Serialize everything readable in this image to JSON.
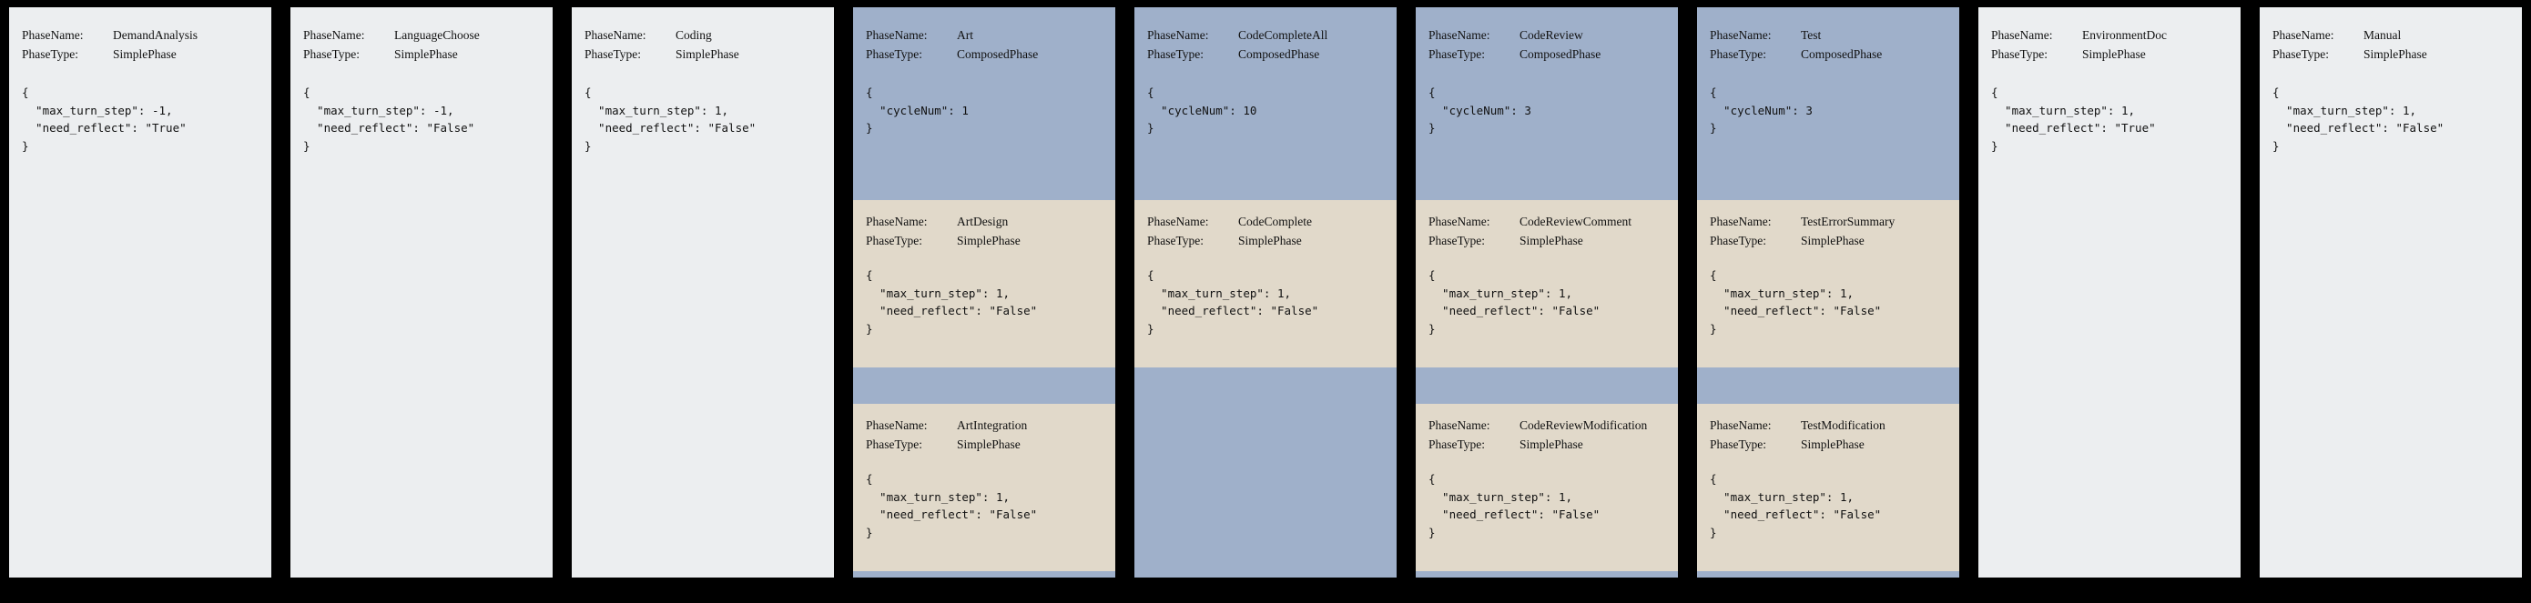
{
  "labels": {
    "phase_name": "PhaseName:",
    "phase_type": "PhaseType:"
  },
  "colors": {
    "background": "#000000",
    "simple_phase_bg": "#eceef0",
    "composed_phase_bg": "#9fb0ca",
    "subphase_bg": "#e1d9ca"
  },
  "columns": [
    {
      "kind": "simple",
      "name": "DemandAnalysis",
      "type": "SimplePhase",
      "config": "{\n  \"max_turn_step\": -1,\n  \"need_reflect\": \"True\"\n}"
    },
    {
      "kind": "simple",
      "name": "LanguageChoose",
      "type": "SimplePhase",
      "config": "{\n  \"max_turn_step\": -1,\n  \"need_reflect\": \"False\"\n}"
    },
    {
      "kind": "simple",
      "name": "Coding",
      "type": "SimplePhase",
      "config": "{\n  \"max_turn_step\": 1,\n  \"need_reflect\": \"False\"\n}"
    },
    {
      "kind": "composed",
      "name": "Art",
      "type": "ComposedPhase",
      "config": "{\n  \"cycleNum\": 1\n}",
      "subphases": [
        {
          "name": "ArtDesign",
          "type": "SimplePhase",
          "config": "{\n  \"max_turn_step\": 1,\n  \"need_reflect\": \"False\"\n}"
        },
        {
          "name": "ArtIntegration",
          "type": "SimplePhase",
          "config": "{\n  \"max_turn_step\": 1,\n  \"need_reflect\": \"False\"\n}"
        }
      ]
    },
    {
      "kind": "composed",
      "name": "CodeCompleteAll",
      "type": "ComposedPhase",
      "config": "{\n  \"cycleNum\": 10\n}",
      "subphases": [
        {
          "name": "CodeComplete",
          "type": "SimplePhase",
          "config": "{\n  \"max_turn_step\": 1,\n  \"need_reflect\": \"False\"\n}"
        }
      ]
    },
    {
      "kind": "composed",
      "name": "CodeReview",
      "type": "ComposedPhase",
      "config": "{\n  \"cycleNum\": 3\n}",
      "subphases": [
        {
          "name": "CodeReviewComment",
          "type": "SimplePhase",
          "config": "{\n  \"max_turn_step\": 1,\n  \"need_reflect\": \"False\"\n}"
        },
        {
          "name": "CodeReviewModification",
          "type": "SimplePhase",
          "config": "{\n  \"max_turn_step\": 1,\n  \"need_reflect\": \"False\"\n}"
        }
      ]
    },
    {
      "kind": "composed",
      "name": "Test",
      "type": "ComposedPhase",
      "config": "{\n  \"cycleNum\": 3\n}",
      "subphases": [
        {
          "name": "TestErrorSummary",
          "type": "SimplePhase",
          "config": "{\n  \"max_turn_step\": 1,\n  \"need_reflect\": \"False\"\n}"
        },
        {
          "name": "TestModification",
          "type": "SimplePhase",
          "config": "{\n  \"max_turn_step\": 1,\n  \"need_reflect\": \"False\"\n}"
        }
      ]
    },
    {
      "kind": "simple",
      "name": "EnvironmentDoc",
      "type": "SimplePhase",
      "config": "{\n  \"max_turn_step\": 1,\n  \"need_reflect\": \"True\"\n}"
    },
    {
      "kind": "simple",
      "name": "Manual",
      "type": "SimplePhase",
      "config": "{\n  \"max_turn_step\": 1,\n  \"need_reflect\": \"False\"\n}"
    }
  ]
}
